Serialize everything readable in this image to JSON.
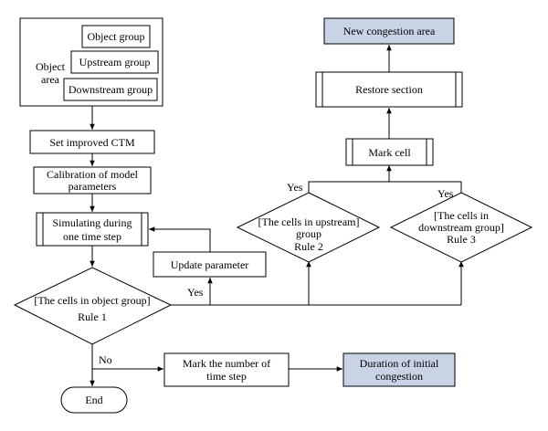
{
  "object_area": {
    "label_line1": "Object",
    "label_line2": "area",
    "object_group": "Object group",
    "upstream_group": "Upstream group",
    "downstream_group": "Downstream group"
  },
  "steps": {
    "set_ctm": "Set improved CTM",
    "calibration_line1": "Calibration of model",
    "calibration_line2": "parameters",
    "simulating_line1": "Simulating during",
    "simulating_line2": "one time step",
    "update_parameter": "Update parameter",
    "mark_cell": "Mark cell",
    "restore_section": "Restore section",
    "new_congestion_area": "New congestion area",
    "mark_number_line1": "Mark the number of",
    "mark_number_line2": "time step",
    "duration_line1": "Duration of initial",
    "duration_line2": "congestion",
    "end": "End"
  },
  "decisions": {
    "rule1_text": "[The cells in object group]",
    "rule1_label": "Rule 1",
    "rule2_line1": "[The cells in upstream]",
    "rule2_line2": "group",
    "rule2_label": "Rule 2",
    "rule3_line1": "[The cells in",
    "rule3_line2": "downstream group]",
    "rule3_label": "Rule 3"
  },
  "edge_labels": {
    "yes_rule1": "Yes",
    "yes_rule2": "Yes",
    "yes_rule3": "Yes",
    "no_rule1": "No"
  },
  "colors": {
    "highlight_fill": "#c8d3e6",
    "stroke": "#000000"
  }
}
